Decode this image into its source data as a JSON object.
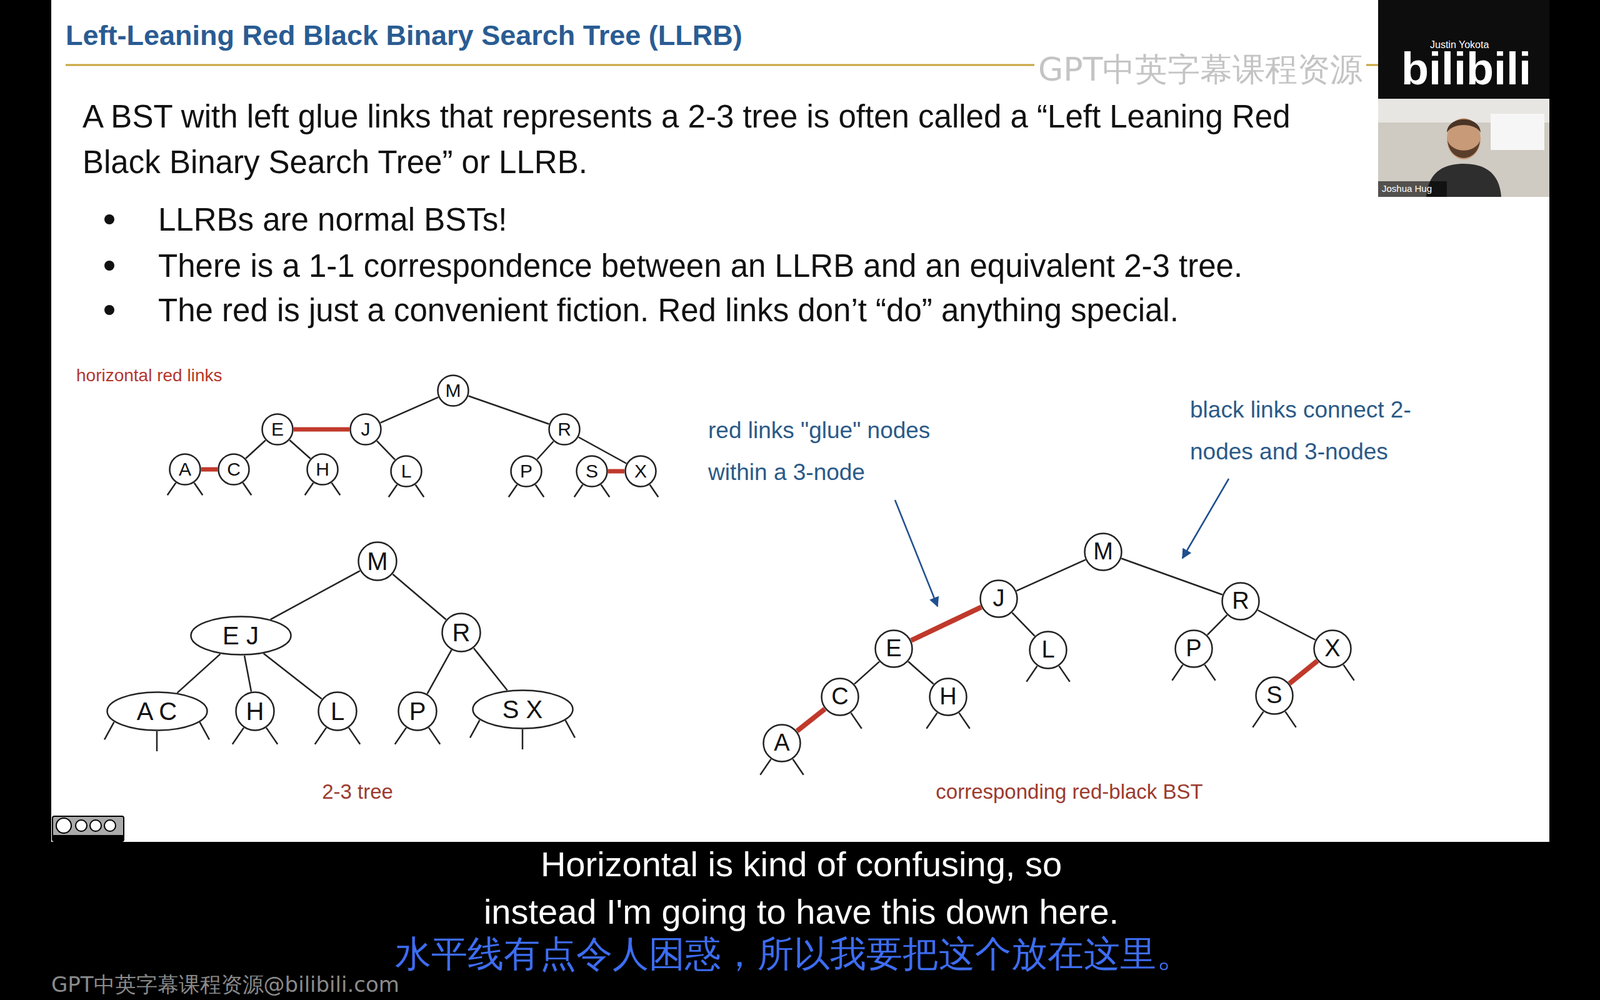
{
  "diagram": {
    "title": "Left-Leaning Red Black Binary Search Tree (LLRB)",
    "nodes": [
      {
        "text": [
          "M"
        ]
      },
      {
        "text": [
          "E"
        ]
      },
      {
        "text": [
          "J"
        ]
      },
      {
        "text": [
          "R"
        ]
      },
      {
        "text": [
          "A"
        ]
      },
      {
        "text": [
          "C"
        ]
      },
      {
        "text": [
          "H"
        ]
      },
      {
        "text": [
          "L"
        ]
      },
      {
        "text": [
          "P"
        ]
      },
      {
        "text": [
          "S"
        ]
      },
      {
        "text": [
          "X"
        ]
      },
      {
        "text": [
          "M"
        ]
      },
      {
        "text": [
          "E J"
        ]
      },
      {
        "text": [
          "R"
        ]
      },
      {
        "text": [
          "A C"
        ]
      },
      {
        "text": [
          "H"
        ]
      },
      {
        "text": [
          "L"
        ]
      },
      {
        "text": [
          "P"
        ]
      },
      {
        "text": [
          "S X"
        ]
      },
      {
        "text": [
          "M"
        ]
      },
      {
        "text": [
          "J"
        ]
      },
      {
        "text": [
          "R"
        ]
      },
      {
        "text": [
          "E"
        ]
      },
      {
        "text": [
          "L"
        ]
      },
      {
        "text": [
          "P"
        ]
      },
      {
        "text": [
          "X"
        ]
      },
      {
        "text": [
          "C"
        ]
      },
      {
        "text": [
          "H"
        ]
      },
      {
        "text": [
          "S"
        ]
      },
      {
        "text": [
          "A"
        ]
      }
    ],
    "edges": [
      {
        "from": 0,
        "to": 2,
        "arrow": "none"
      },
      {
        "from": 0,
        "to": 3,
        "arrow": "none"
      },
      {
        "from": 1,
        "to": 2,
        "arrow": "none"
      },
      {
        "from": 1,
        "to": 5,
        "arrow": "none"
      },
      {
        "from": 1,
        "to": 6,
        "arrow": "none"
      },
      {
        "from": 2,
        "to": 7,
        "arrow": "none"
      },
      {
        "from": 3,
        "to": 8,
        "arrow": "none"
      },
      {
        "from": 3,
        "to": 10,
        "arrow": "none"
      },
      {
        "from": 4,
        "to": 5,
        "arrow": "none"
      },
      {
        "from": 9,
        "to": 10,
        "arrow": "none"
      },
      {
        "from": 11,
        "to": 12,
        "arrow": "none"
      },
      {
        "from": 11,
        "to": 13,
        "arrow": "none"
      },
      {
        "from": 12,
        "to": 14,
        "arrow": "none"
      },
      {
        "from": 12,
        "to": 15,
        "arrow": "none"
      },
      {
        "from": 12,
        "to": 16,
        "arrow": "none"
      },
      {
        "from": 13,
        "to": 17,
        "arrow": "none"
      },
      {
        "from": 13,
        "to": 18,
        "arrow": "none"
      },
      {
        "from": 19,
        "to": 20,
        "arrow": "none"
      },
      {
        "from": 19,
        "to": 21,
        "arrow": "none"
      },
      {
        "from": 20,
        "to": 22,
        "arrow": "none"
      },
      {
        "from": 20,
        "to": 23,
        "arrow": "none"
      },
      {
        "from": 22,
        "to": 26,
        "arrow": "none"
      },
      {
        "from": 22,
        "to": 27,
        "arrow": "none"
      },
      {
        "from": 26,
        "to": 29,
        "arrow": "none"
      },
      {
        "from": 21,
        "to": 24,
        "arrow": "none"
      },
      {
        "from": 21,
        "to": 25,
        "arrow": "none"
      },
      {
        "from": 25,
        "to": 28,
        "arrow": "none"
      }
    ],
    "labels": [
      "GPT中英字幕课程资源",
      "Justin Yokota",
      "bilibili",
      "Joshua Hug",
      "A BST with left glue links that represents a 2-3 tree is often called a “Left Leaning Red Black Binary Search Tree” or LLRB.",
      "LLRBs are normal BSTs!",
      "There is a 1-1 correspondence between an LLRB and an equivalent 2-3 tree.",
      "The red is just a convenient fiction. Red links don’t “do” anything special.",
      "horizontal red links",
      "red links \"glue\" nodes within a 3-node",
      "black links connect 2-nodes and 3-nodes",
      "2-3 tree",
      "corresponding red-black BST",
      "Horizontal is kind of confusing, so instead I'm going to have this down here.",
      "水平线有点令人困惑，所以我要把这个放在这里。",
      "GPT中英字幕课程资源@bilibili.com"
    ]
  }
}
